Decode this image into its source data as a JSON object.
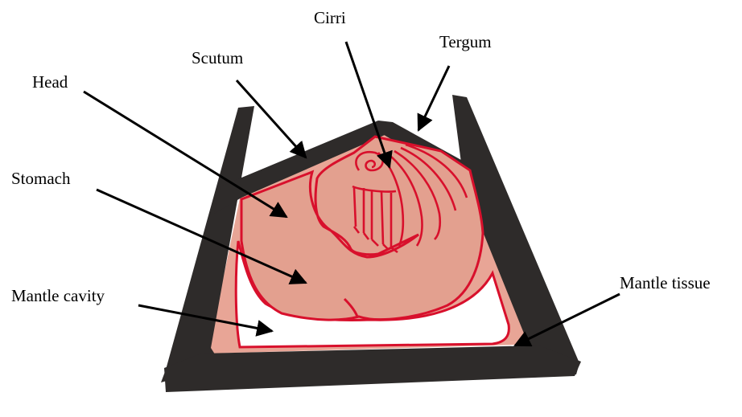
{
  "labels": {
    "cirri": "Cirri",
    "tergum": "Tergum",
    "scutum": "Scutum",
    "head": "Head",
    "stomach": "Stomach",
    "mantle_cavity": "Mantle cavity",
    "mantle_tissue": "Mantle tissue"
  },
  "colors": {
    "shell": "#2e2b2a",
    "mantle_tissue_fill": "#e8a596",
    "body_fill": "#e3a08f",
    "body_outline": "#d8102c",
    "cavity_fill": "#ffffff",
    "arrow": "#000000"
  }
}
